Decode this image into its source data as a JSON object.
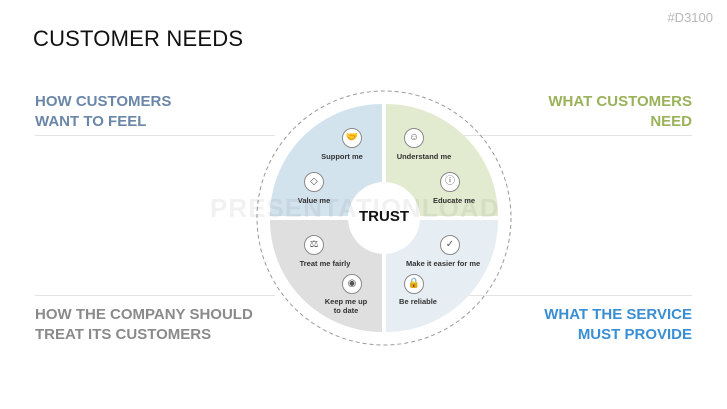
{
  "slide_id": "#D3100",
  "title": "CUSTOMER NEEDS",
  "watermark": "PRESENTATIONLOAD",
  "corners": {
    "top_left": {
      "lines": [
        "HOW CUSTOMERS",
        "WANT TO FEEL"
      ],
      "color": "#6b87a8"
    },
    "top_right": {
      "lines": [
        "WHAT CUSTOMERS",
        "NEED"
      ],
      "color": "#9ab25a"
    },
    "bottom_left": {
      "lines": [
        "HOW THE COMPANY SHOULD",
        "TREAT ITS CUSTOMERS"
      ],
      "color": "#8a8a8a"
    },
    "bottom_right": {
      "lines": [
        "WHAT THE SERVICE",
        "MUST PROVIDE"
      ],
      "color": "#3a8fd4"
    }
  },
  "center": {
    "label": "TRUST"
  },
  "quadrants": {
    "top_left": {
      "fill": "#d3e3ee",
      "items": [
        {
          "label": [
            "Support me"
          ],
          "icon": "handshake-icon",
          "glyph": "🤝"
        },
        {
          "label": [
            "Value me"
          ],
          "icon": "diamond-icon",
          "glyph": "◇"
        }
      ]
    },
    "top_right": {
      "fill": "#e2ebcf",
      "items": [
        {
          "label": [
            "Understand me"
          ],
          "icon": "person-thinking-icon",
          "glyph": "☺"
        },
        {
          "label": [
            "Educate me"
          ],
          "icon": "info-icon",
          "glyph": "ⓘ"
        }
      ]
    },
    "bottom_left": {
      "fill": "#dfdfdf",
      "items": [
        {
          "label": [
            "Treat me fairly"
          ],
          "icon": "scales-icon",
          "glyph": "⚖"
        },
        {
          "label": [
            "Keep me up",
            "to date"
          ],
          "icon": "eye-icon",
          "glyph": "◉"
        }
      ]
    },
    "bottom_right": {
      "fill": "#e7eef3",
      "items": [
        {
          "label": [
            "Make it easier for me"
          ],
          "icon": "checkmark-icon",
          "glyph": "✓"
        },
        {
          "label": [
            "Be reliable"
          ],
          "icon": "lock-icon",
          "glyph": "🔒"
        }
      ]
    }
  }
}
